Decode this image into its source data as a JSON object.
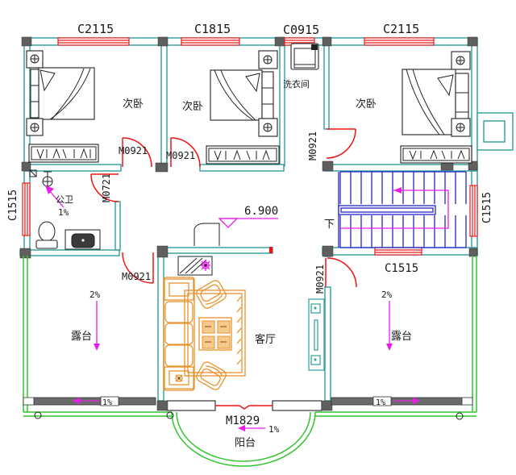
{
  "plan": {
    "windows": {
      "top_left": "C2115",
      "top_mid": "C1815",
      "top_laundry": "C0915",
      "top_right": "C2115",
      "left_bath": "C1515",
      "stairs_right": "C1515",
      "stairs_bottom": "C1515"
    },
    "doors": {
      "bedroom_left": "M0921",
      "bedroom_mid": "M0921",
      "bedroom_right": "M0921",
      "bathroom": "M0721",
      "terrace_left": "M0921",
      "terrace_right": "M0921",
      "entry": "M1829"
    },
    "rooms": {
      "bedroom_left": "次卧",
      "bedroom_mid": "次卧",
      "bedroom_right": "次卧",
      "laundry": "洗衣间",
      "bathroom": "公卫",
      "living": "客厅",
      "terrace_left": "露台",
      "terrace_right": "露台",
      "balcony": "阳台"
    },
    "annotations": {
      "elevation": "6.900",
      "stairs_down": "下",
      "bath_slope": "1%",
      "terrace_left_slope": "2%",
      "terrace_right_slope": "2%",
      "terrace_left_drain": "1%",
      "terrace_right_drain": "1%",
      "balcony_slope": "1%"
    }
  },
  "colors": {
    "wall": "#2E9C9C",
    "window": "#E81A1A",
    "door": "#F01212",
    "stair": "#2626CE",
    "magenta": "#E81EE8",
    "railing": "#2FC52F",
    "furniture": "#E8922A",
    "column": "#5F5F5F"
  }
}
